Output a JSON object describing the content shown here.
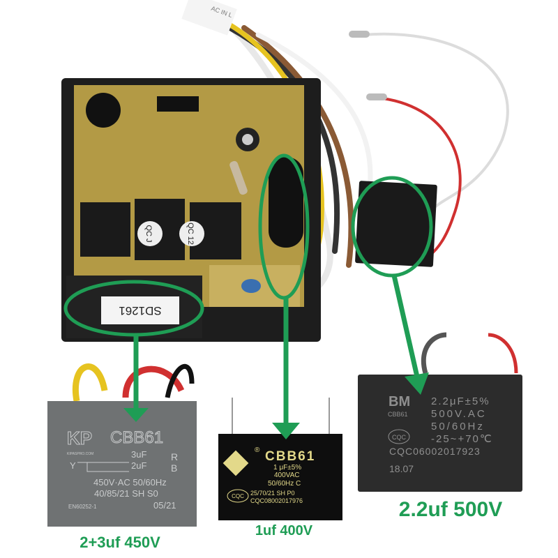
{
  "controller": {
    "sticker": "SD1261",
    "wire_tag": "AC IN L",
    "relay_labels": [
      "QC J",
      "QC 12"
    ]
  },
  "capacitors": [
    {
      "brand": "KP",
      "brand_site": "KIPASPRO.COM",
      "model": "CBB61",
      "cap_top": "3uF",
      "cap_bottom": "2uF",
      "pin_left": "Y",
      "pin_r": "R",
      "pin_b": "B",
      "rating": "450V·AC 50/60Hz",
      "class": "40/85/21  SH   S0",
      "standard": "EN60252-1",
      "date": "05/21",
      "caption": "2+3uf 450V",
      "body_color": "#6f7273"
    },
    {
      "registered": "®",
      "model": "CBB61",
      "capacitance": "1 μF±5%",
      "voltage": "400VAC",
      "freq": "50/60Hz  C",
      "class": "25/70/21 SH P0",
      "cert_logo": "CQC",
      "cert_no": "CQC08002017976",
      "caption": "1uf 400V",
      "body_color": "#0e0e0e"
    },
    {
      "brand": "BM",
      "model": "CBB61",
      "capacitance": "2.2μF±5%",
      "voltage": "500V.AC",
      "freq": "50/60Hz",
      "temp": "-25~+70℃",
      "cert_logo": "CQC",
      "cert_no": "CQC06002017923",
      "date": "18.07",
      "caption": "2.2uf 500V",
      "body_color": "#2c2c2c"
    }
  ],
  "colors": {
    "highlight": "#1f9d55",
    "pcb": "#b39a45",
    "housing": "#1d1d1d"
  }
}
